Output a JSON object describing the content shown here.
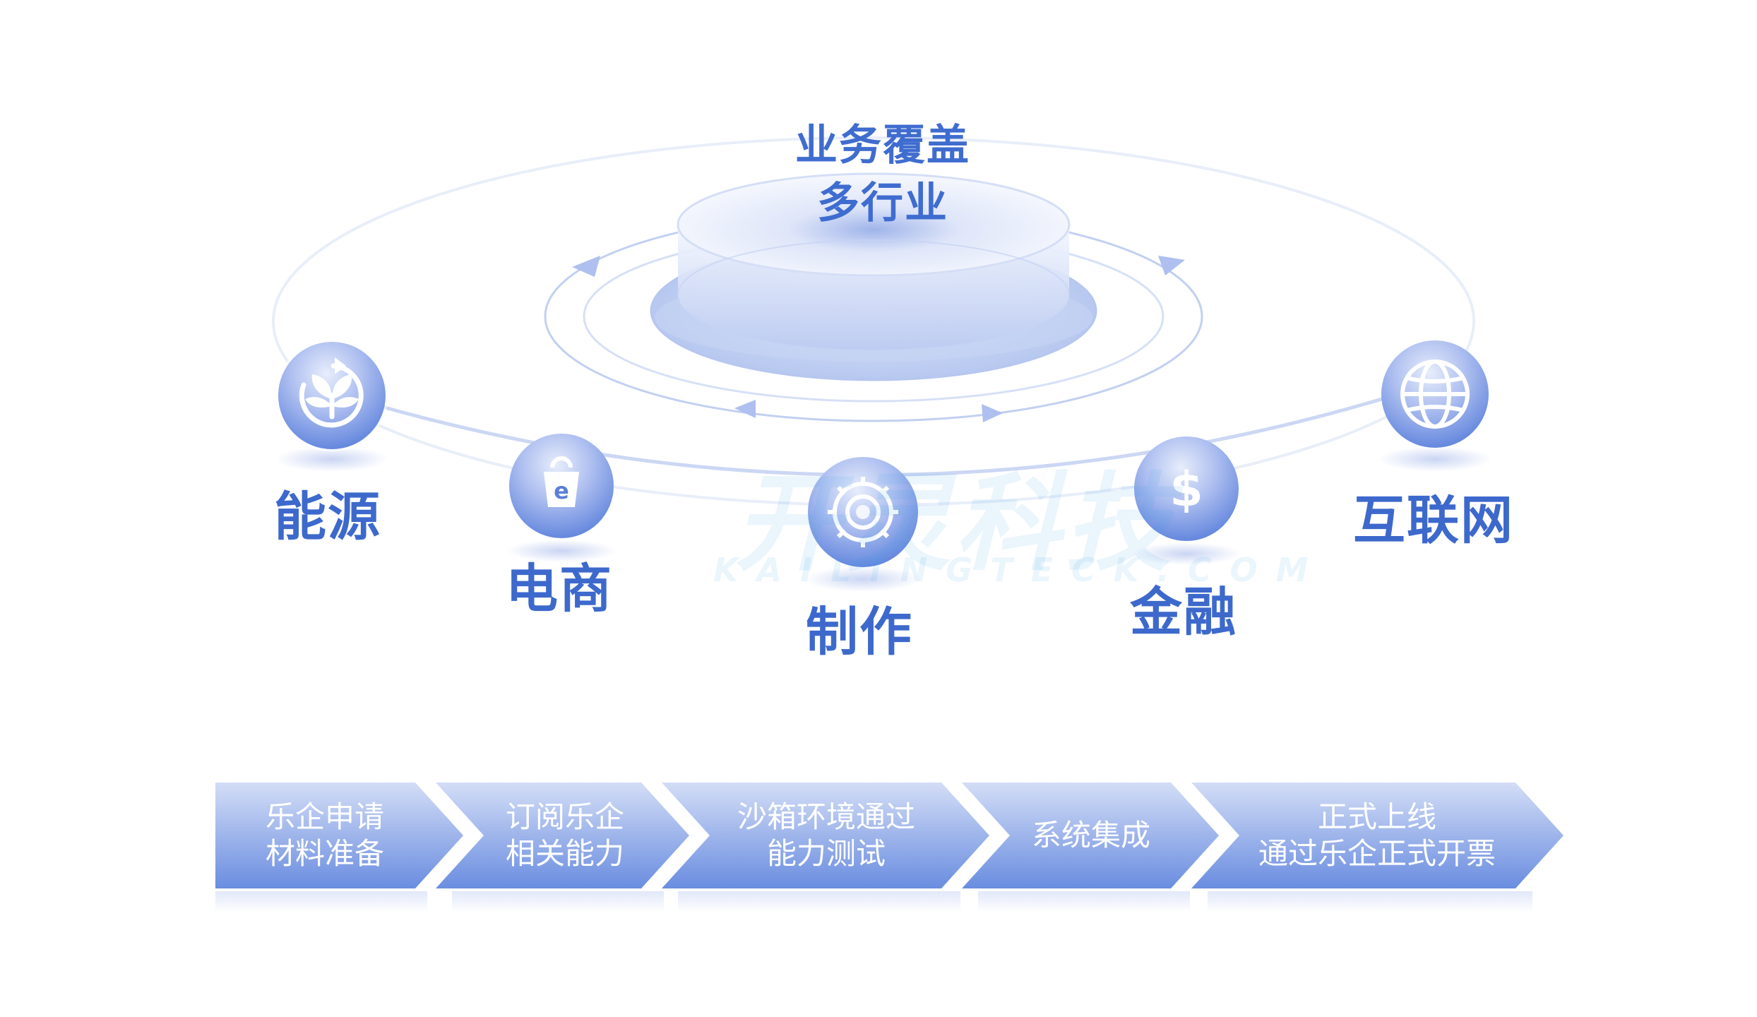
{
  "hub": {
    "line1": "业务覆盖",
    "line2": "多行业"
  },
  "industries": [
    {
      "label": "能源",
      "icon": "leaf-cycle-icon"
    },
    {
      "label": "电商",
      "icon": "shopping-bag-icon"
    },
    {
      "label": "制作",
      "icon": "gear-icon"
    },
    {
      "label": "金融",
      "icon": "dollar-icon"
    },
    {
      "label": "互联网",
      "icon": "globe-icon"
    }
  ],
  "watermark": {
    "cn": "开灵科技",
    "en": "KAILINGTECK.COM"
  },
  "steps": [
    {
      "line1": "乐企申请",
      "line2": "材料准备"
    },
    {
      "line1": "订阅乐企",
      "line2": "相关能力"
    },
    {
      "line1": "沙箱环境通过",
      "line2": "能力测试"
    },
    {
      "line1": "系统集成",
      "line2": ""
    },
    {
      "line1": "正式上线",
      "line2": "通过乐企正式开票"
    }
  ],
  "colors": {
    "accent": "#3d69cc",
    "icon_light": "#c9d6f6",
    "icon_dark": "#5b80db",
    "arrow_light": "#cdd9f4",
    "arrow_dark": "#6b8fe0"
  }
}
